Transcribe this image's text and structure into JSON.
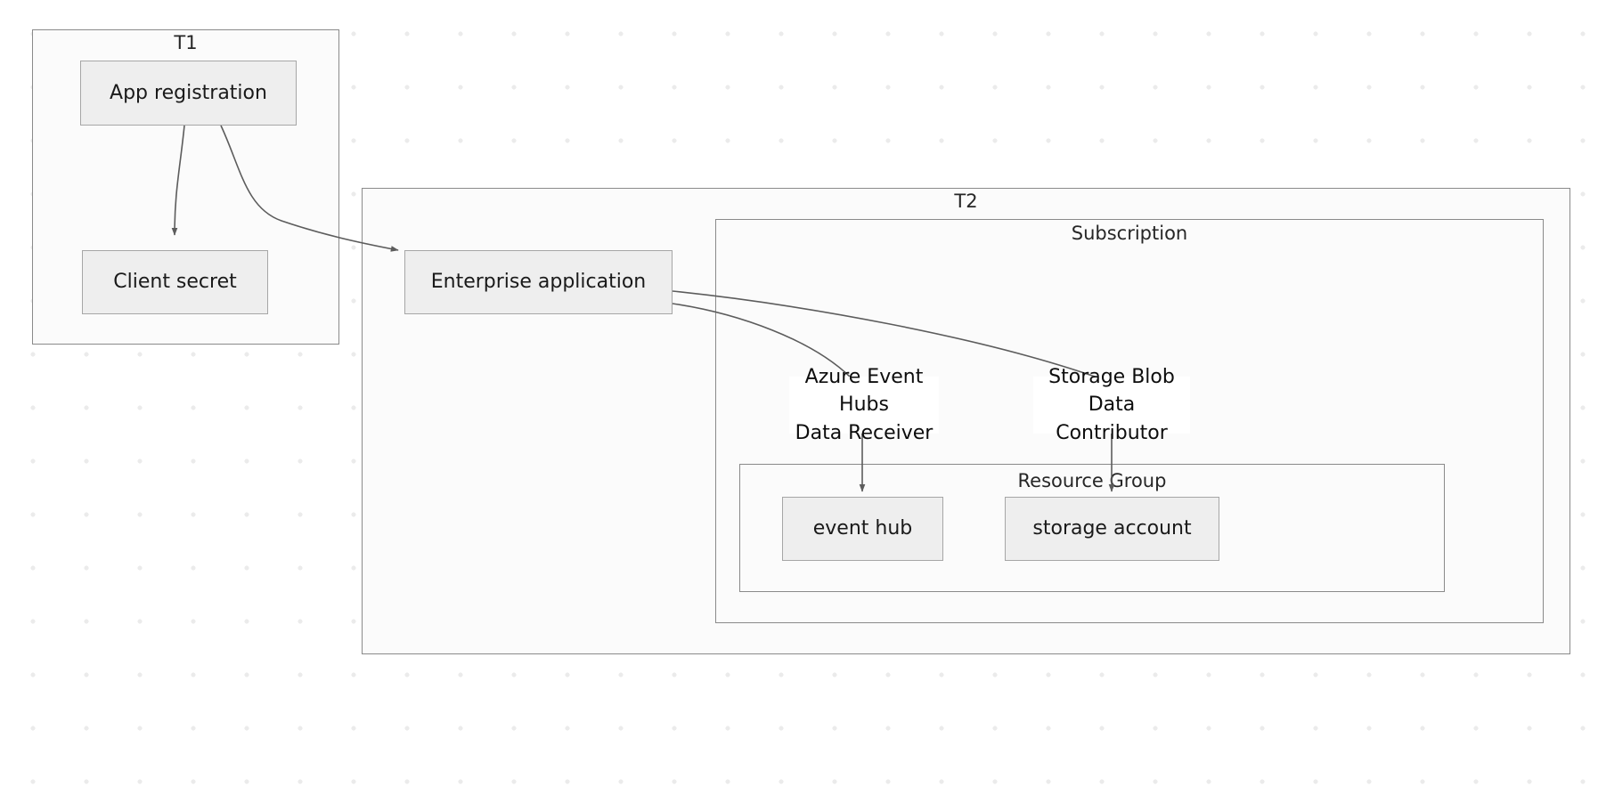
{
  "diagram": {
    "title": "Azure multi-tenant app registration and role assignment diagram",
    "colors": {
      "node_fill": "#eeeeee",
      "node_stroke": "#a6a6a6",
      "container_fill": "#fbfbfb",
      "container_stroke": "#8a8a8a",
      "edge_stroke": "#5c5c5c",
      "grid_dot": "#ebebeb",
      "text": "#1a1a1a",
      "page_background": "#ffffff"
    },
    "containers": [
      {
        "id": "t1",
        "label": "T1"
      },
      {
        "id": "t2",
        "label": "T2"
      },
      {
        "id": "subscription",
        "label": "Subscription"
      },
      {
        "id": "resource_group",
        "label": "Resource Group"
      }
    ],
    "nodes": [
      {
        "id": "app_registration",
        "label": "App registration",
        "parent": "t1"
      },
      {
        "id": "client_secret",
        "label": "Client secret",
        "parent": "t1"
      },
      {
        "id": "enterprise_application",
        "label": "Enterprise application",
        "parent": "t2"
      },
      {
        "id": "event_hub",
        "label": "event hub",
        "parent": "resource_group"
      },
      {
        "id": "storage_account",
        "label": "storage account",
        "parent": "resource_group"
      }
    ],
    "edges": [
      {
        "id": "edge-app-registration-to-client-secret",
        "from": "app_registration",
        "to": "client_secret",
        "label": ""
      },
      {
        "id": "edge-app-registration-to-enterprise-application",
        "from": "app_registration",
        "to": "enterprise_application",
        "label": ""
      },
      {
        "id": "edge-enterprise-application-to-event-hub",
        "from": "enterprise_application",
        "to": "event_hub",
        "label": "Azure Event Hubs\nData Receiver"
      },
      {
        "id": "edge-enterprise-application-to-storage-account",
        "from": "enterprise_application",
        "to": "storage_account",
        "label": "Storage Blob Data\nContributor"
      }
    ],
    "edge_labels": {
      "event_hubs_role": "Azure Event Hubs\nData Receiver",
      "storage_role": "Storage Blob Data\nContributor"
    }
  }
}
